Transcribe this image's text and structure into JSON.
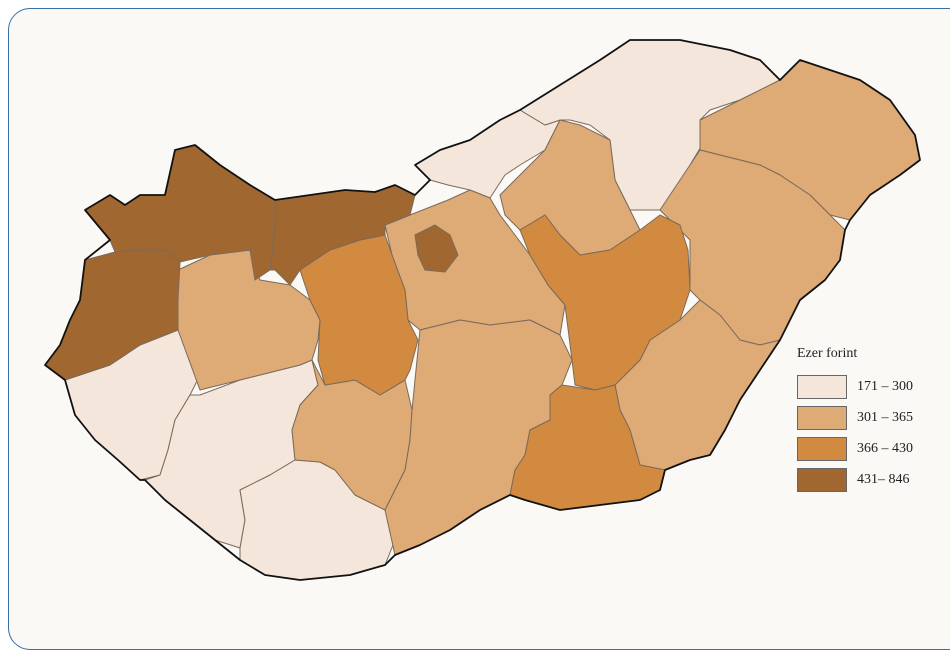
{
  "legend": {
    "title": "Ezer forint",
    "classes": [
      {
        "label": "171 – 300",
        "color": "#f4e6da"
      },
      {
        "label": "301 – 365",
        "color": "#deaa75"
      },
      {
        "label": "366 – 430",
        "color": "#d28a40"
      },
      {
        "label": "431– 846",
        "color": "#a06830"
      }
    ]
  },
  "colors": {
    "border": "#3a6ea5",
    "background": "#fbf9f6",
    "region_outline": "#7a6a5a",
    "country_outline": "#111111"
  }
}
